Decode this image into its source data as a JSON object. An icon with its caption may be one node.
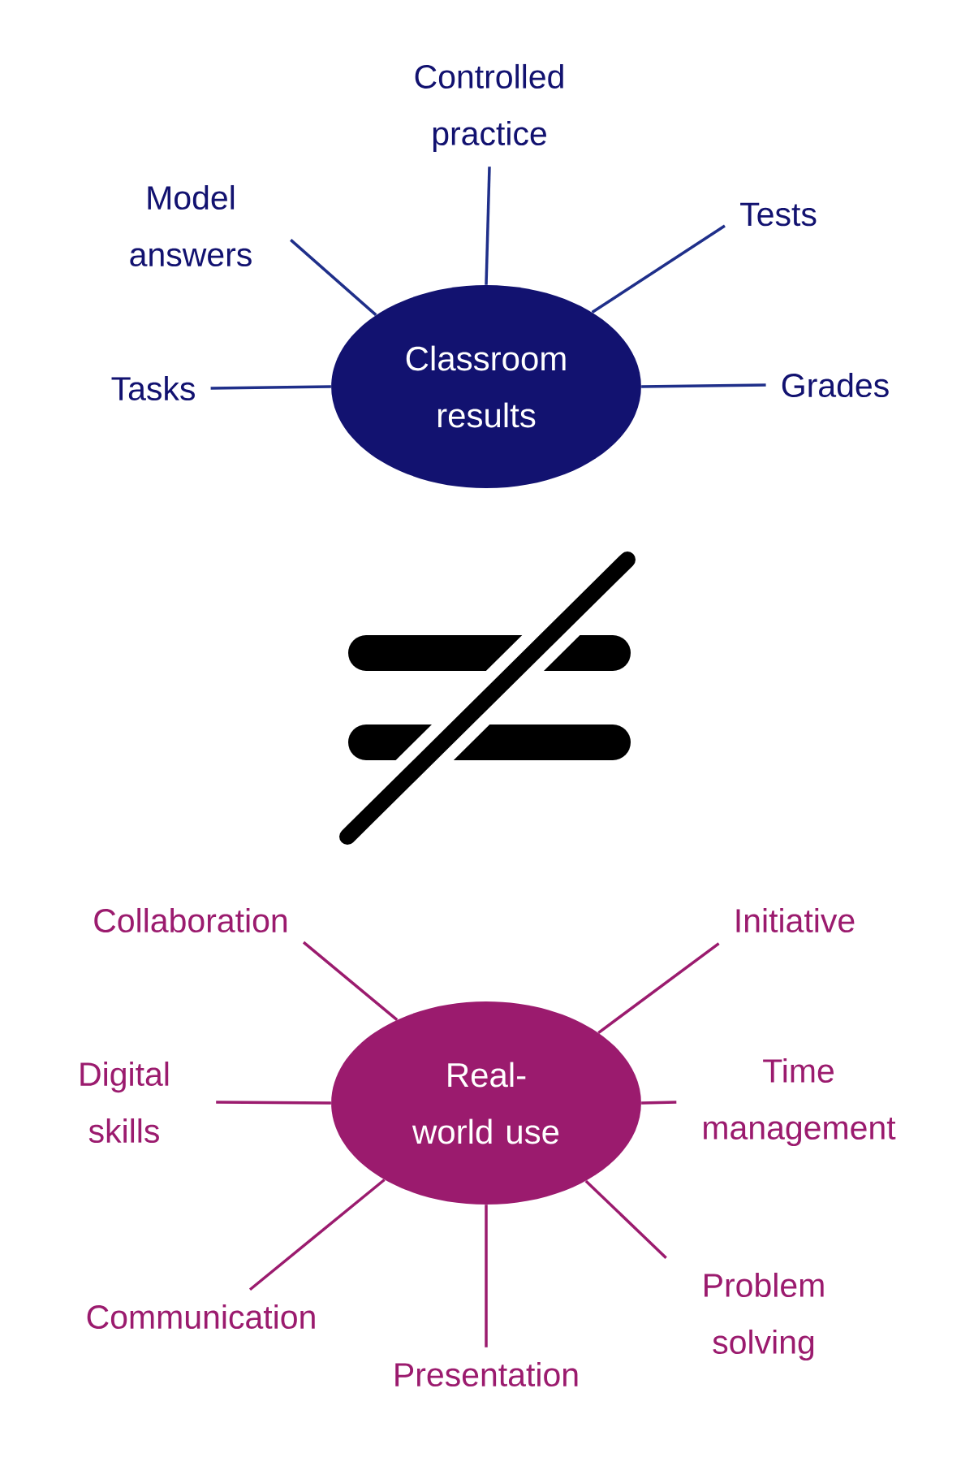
{
  "diagram": {
    "nodes": [
      {
        "text": [
          "Classroom results"
        ]
      },
      {
        "text": [
          "Model answers"
        ]
      },
      {
        "text": [
          "Controlled practice"
        ]
      },
      {
        "text": [
          "Tests"
        ]
      },
      {
        "text": [
          "Tasks"
        ]
      },
      {
        "text": [
          "Grades"
        ]
      },
      {
        "text": [
          "Real-world use"
        ]
      },
      {
        "text": [
          "Collaboration"
        ]
      },
      {
        "text": [
          "Initiative"
        ]
      },
      {
        "text": [
          "Digital skills"
        ]
      },
      {
        "text": [
          "Time management"
        ]
      },
      {
        "text": [
          "Communication"
        ]
      },
      {
        "text": [
          "Presentation"
        ]
      },
      {
        "text": [
          "Problem solving"
        ]
      }
    ],
    "edges": [
      {
        "from": 0,
        "to": 1,
        "arrow": "none",
        "color": "#1f2f8a"
      },
      {
        "from": 0,
        "to": 2,
        "arrow": "none",
        "color": "#1f2f8a"
      },
      {
        "from": 0,
        "to": 3,
        "arrow": "none",
        "color": "#1f2f8a"
      },
      {
        "from": 0,
        "to": 4,
        "arrow": "none",
        "color": "#1f2f8a"
      },
      {
        "from": 0,
        "to": 5,
        "arrow": "none",
        "color": "#1f2f8a"
      },
      {
        "from": 6,
        "to": 7,
        "arrow": "none"
      },
      {
        "from": 6,
        "to": 8,
        "arrow": "none"
      },
      {
        "from": 6,
        "to": 9,
        "arrow": "none"
      },
      {
        "from": 6,
        "to": 10,
        "arrow": "none"
      },
      {
        "from": 6,
        "to": 11,
        "arrow": "none"
      },
      {
        "from": 6,
        "to": 12,
        "arrow": "none"
      },
      {
        "from": 6,
        "to": 13,
        "arrow": "none"
      }
    ]
  }
}
